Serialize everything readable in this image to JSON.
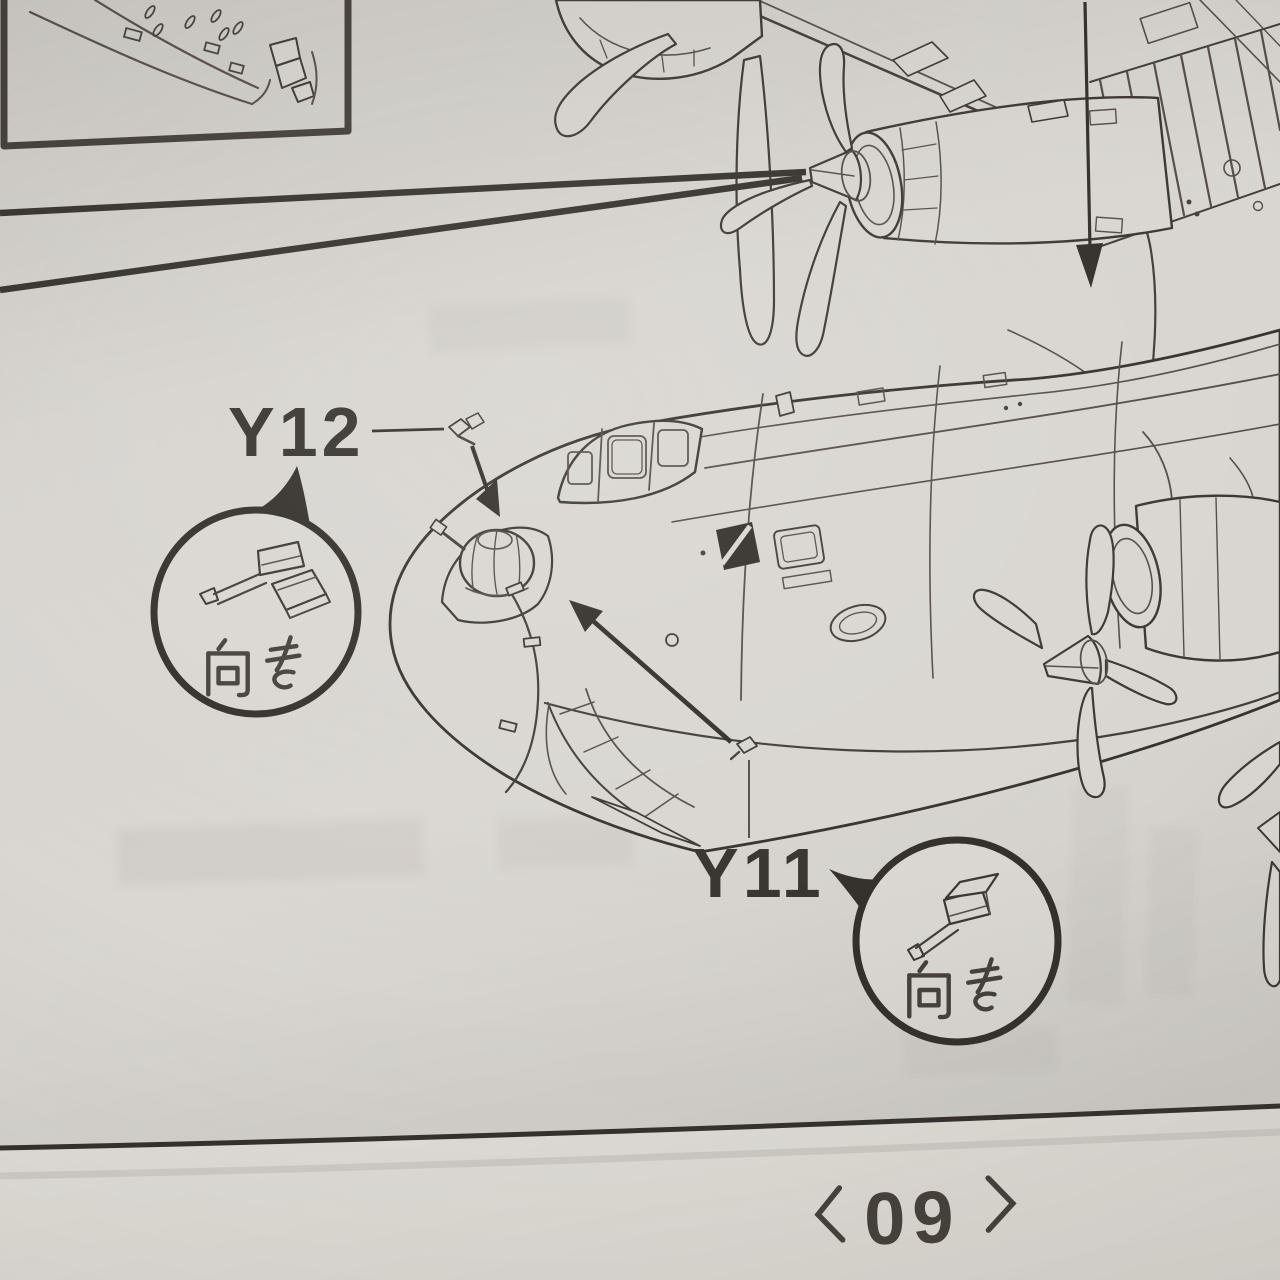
{
  "colors": {
    "paper": "#d7d4cf",
    "paper_bottom_strip": "#e3e0da",
    "ink": "#3b3733",
    "ink_fine": "#544e46"
  },
  "diagram": {
    "part_labels": [
      {
        "id": "y12",
        "text": "Y12"
      },
      {
        "id": "y11",
        "text": "Y11"
      }
    ],
    "orientation_callouts": [
      {
        "position": "upper-left",
        "caption": "向き"
      },
      {
        "position": "lower-right",
        "caption": "向き"
      }
    ]
  },
  "footer": {
    "page_indicator": {
      "open_bracket": "〈",
      "page_number": "09",
      "close_bracket": "〉"
    }
  }
}
